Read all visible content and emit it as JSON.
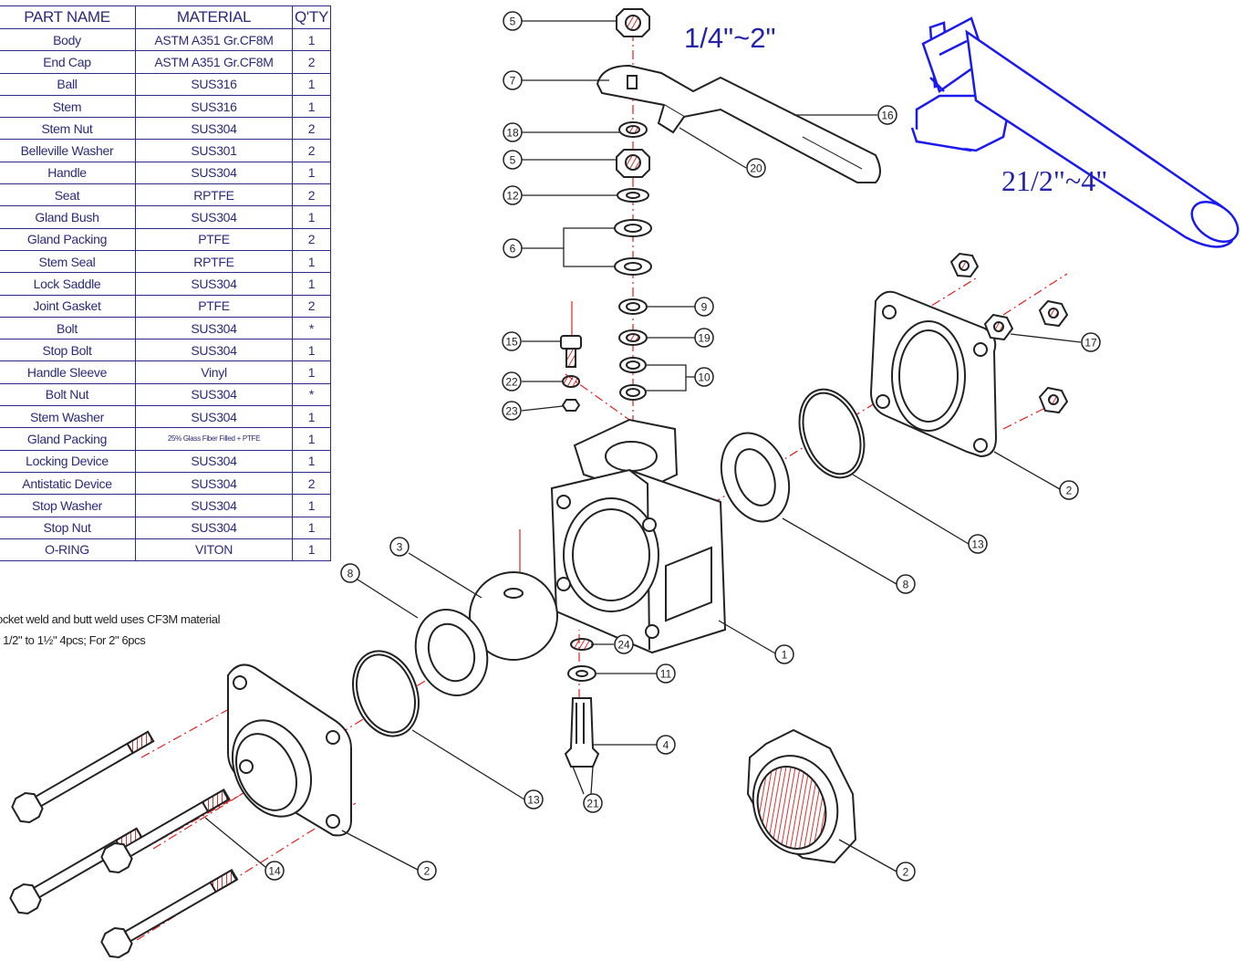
{
  "table": {
    "headers": [
      "PART NAME",
      "MATERIAL",
      "Q'TY"
    ],
    "rows": [
      [
        "Body",
        "ASTM A351 Gr.CF8M",
        "1"
      ],
      [
        "End Cap",
        "ASTM A351 Gr.CF8M",
        "2"
      ],
      [
        "Ball",
        "SUS316",
        "1"
      ],
      [
        "Stem",
        "SUS316",
        "1"
      ],
      [
        "Stem Nut",
        "SUS304",
        "2"
      ],
      [
        "Belleville Washer",
        "SUS301",
        "2"
      ],
      [
        "Handle",
        "SUS304",
        "1"
      ],
      [
        "Seat",
        "RPTFE",
        "2"
      ],
      [
        "Gland Bush",
        "SUS304",
        "1"
      ],
      [
        "Gland Packing",
        "PTFE",
        "2"
      ],
      [
        "Stem Seal",
        "RPTFE",
        "1"
      ],
      [
        "Lock Saddle",
        "SUS304",
        "1"
      ],
      [
        "Joint Gasket",
        "PTFE",
        "2"
      ],
      [
        "Bolt",
        "SUS304",
        "*"
      ],
      [
        "Stop Bolt",
        "SUS304",
        "1"
      ],
      [
        "Handle Sleeve",
        "Vinyl",
        "1"
      ],
      [
        "Bolt Nut",
        "SUS304",
        "*"
      ],
      [
        "Stem Washer",
        "SUS304",
        "1"
      ],
      [
        "Gland Packing",
        "25% Glass Fiber Filled + PTFE",
        "1"
      ],
      [
        "Locking Device",
        "SUS304",
        "1"
      ],
      [
        "Antistatic Device",
        "SUS304",
        "2"
      ],
      [
        "Stop Washer",
        "SUS304",
        "1"
      ],
      [
        "Stop Nut",
        "SUS304",
        "1"
      ],
      [
        "O-RING",
        "VITON",
        "1"
      ]
    ],
    "notes": [
      "ocket weld and butt weld uses CF3M material",
      "r 1/2\" to 1½\" 4pcs; For 2\" 6pcs"
    ]
  },
  "size_labels": {
    "small": "1/4\"~2\"",
    "large": "21/2\"~4\""
  },
  "callouts": [
    "5",
    "7",
    "18",
    "5",
    "12",
    "6",
    "16",
    "20",
    "15",
    "22",
    "23",
    "9",
    "19",
    "10",
    "17",
    "2",
    "13",
    "8",
    "3",
    "8",
    "1",
    "24",
    "11",
    "4",
    "21",
    "13",
    "14",
    "2",
    "2"
  ],
  "colors": {
    "ink": "#2b2b8c",
    "line": "#222222",
    "centerline": "#e02020",
    "blue_drawing": "#1a1aee"
  }
}
